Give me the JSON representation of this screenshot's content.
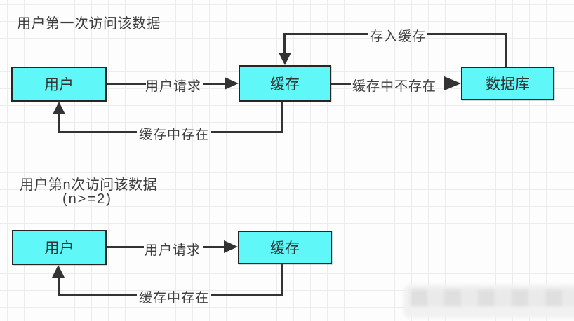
{
  "diagram": {
    "colors": {
      "box_fill": "#5ff7f7",
      "box_border": "#262626",
      "line_color": "#333333"
    },
    "section_first": {
      "title": "用户第一次访问该数据",
      "node_user": "用户",
      "node_cache": "缓存",
      "node_db": "数据库",
      "edge_request": "用户请求",
      "edge_not_in_cache": "缓存中不存在",
      "edge_store": "存入缓存",
      "edge_in_cache": "缓存中存在"
    },
    "section_nth": {
      "title": "用户第n次访问该数据",
      "subtitle": "(n>=2)",
      "node_user": "用户",
      "node_cache": "缓存",
      "edge_request": "用户请求",
      "edge_in_cache": "缓存中存在"
    }
  }
}
